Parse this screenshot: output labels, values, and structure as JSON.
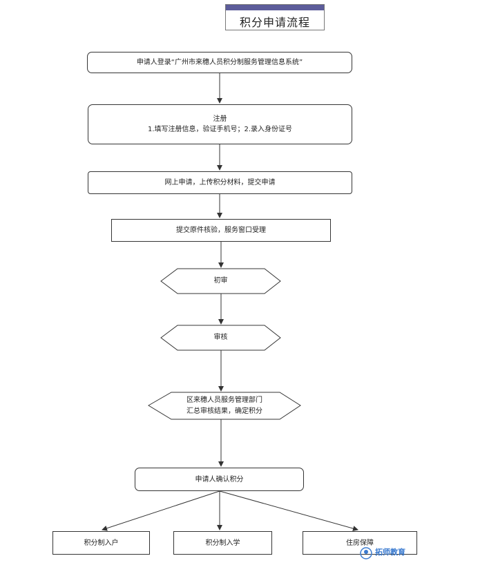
{
  "title": "积分申请流程",
  "steps": {
    "login": "申请人登录“广州市来穗人员积分制服务管理信息系统”",
    "register_title": "注册",
    "register_detail": "1.填写注册信息，验证手机号；2.录入身份证号",
    "apply_online": "网上申请，上传积分材料，提交申请",
    "verify": "提交原件核验，服务窗口受理",
    "first_review": "初审",
    "audit": "审核",
    "district_line1": "区来穗人员服务管理部门",
    "district_line2": "汇总审核结果，确定积分",
    "confirm": "申请人确认积分"
  },
  "outcomes": [
    "积分制入户",
    "积分制入学",
    "住房保障"
  ],
  "watermark": "拓师教育",
  "colors": {
    "title_bar": "#5c5c9a",
    "line": "#333333",
    "watermark": "#3b7bd0"
  }
}
